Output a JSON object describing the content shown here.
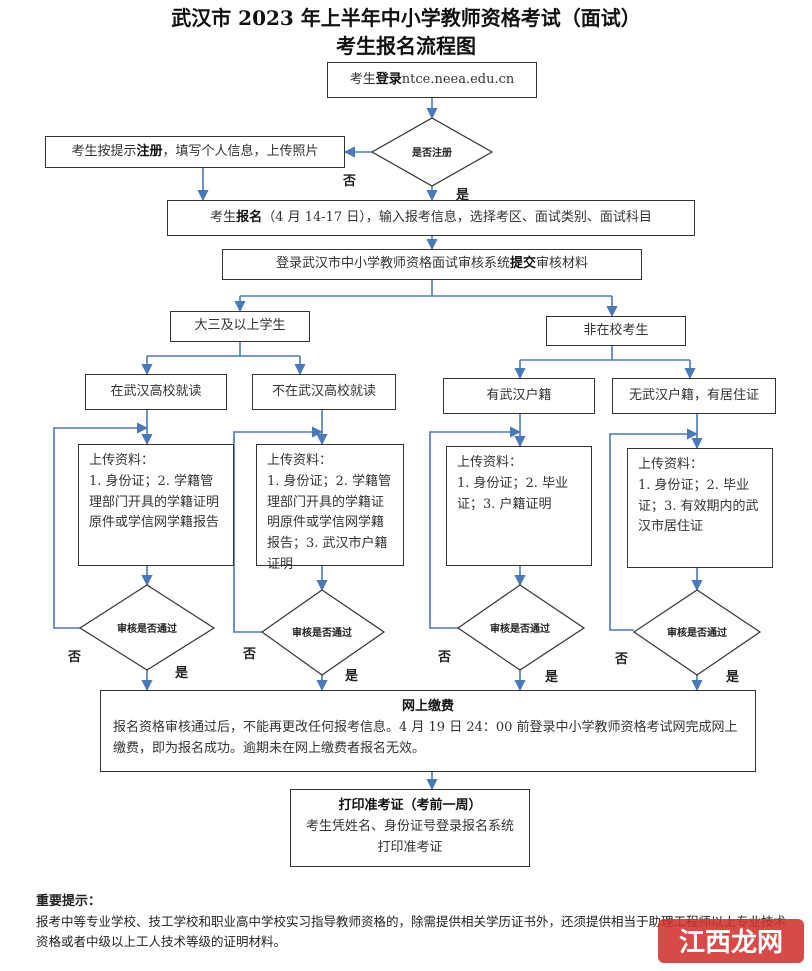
{
  "title_line1": "武汉市 2023 年上半年中小学教师资格考试（面试）",
  "title_line2": "考生报名流程图",
  "login": {
    "pre": "考生",
    "bold": "登录",
    "post": " ntce.neea.edu.cn"
  },
  "register_box": {
    "pre": "考生按提示",
    "bold": "注册",
    "post": "，填写个人信息，上传照片"
  },
  "diamond_registered": "是否注册",
  "no": "否",
  "yes": "是",
  "signup": {
    "pre": "考生",
    "bold": "报名",
    "post": "（4 月 14-17 日），输入报考信息，选择考区、面试类别、面试科目"
  },
  "submit": {
    "pre": "登录武汉市中小学教师资格面试审核系统",
    "bold": "提交",
    "post": "审核材料"
  },
  "senior": "大三及以上学生",
  "nonstudent": "非在校考生",
  "col1_head": "在武汉高校就读",
  "col2_head": "不在武汉高校就读",
  "col3_head": "有武汉户籍",
  "col4_head": "无武汉户籍，有居住证",
  "upload_label": "上传资料：",
  "col1_docs": "1. 身份证；2. 学籍管理部门开具的学籍证明原件或学信网学籍报告",
  "col2_docs": "1. 身份证；2. 学籍管理部门开具的学籍证明原件或学信网学籍报告；3. 武汉市户籍证明",
  "col3_docs": "1. 身份证；2. 毕业证；3. 户籍证明",
  "col4_docs": "1. 身份证；2. 毕业证；3. 有效期内的武汉市居住证",
  "diamond_review": "审核是否通过",
  "payment_title": "网上缴费",
  "payment_body": "报名资格审核通过后，不能再更改任何报考信息。4 月 19 日 24：00 前登录中小学教师资格考试网完成网上缴费，即为报名成功。逾期未在网上缴费者报名无效。",
  "print_title": "打印准考证（考前一周）",
  "print_body": "考生凭姓名、身份证号登录报名系统打印准考证",
  "tips_title": "重要提示：",
  "tips_body": "报考中等专业学校、技工学校和职业高中学校实习指导教师资格的，除需提供相关学历证书外，还须提供相当于助理工程师以上专业技术资格或者中级以上工人技术等级的证明材料。",
  "watermark": "江西龙网",
  "colors": {
    "arrow": "#4a78b8",
    "border": "#333333",
    "watermark_red": "#d0312d"
  }
}
